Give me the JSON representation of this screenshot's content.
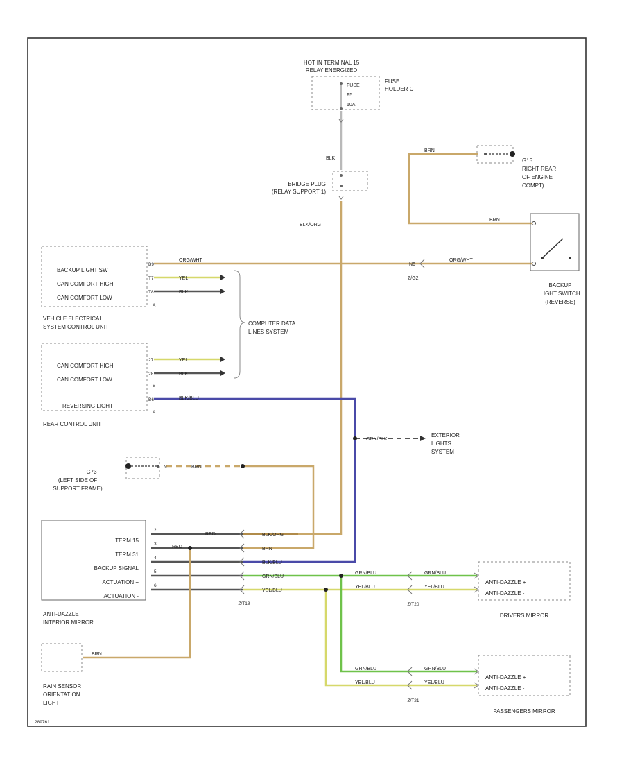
{
  "colors": {
    "tan": "#c9a86a",
    "brown": "#b08b4a",
    "blue": "#4a4aa8",
    "green": "#6fc24a",
    "yellow": "#d6d86a",
    "black": "#333333",
    "gray": "#b9b9b9"
  },
  "top": {
    "hot_line1": "HOT IN TERMINAL 15",
    "hot_line2": "RELAY ENERGIZED",
    "fuse_name": "FUSE",
    "fuse_num": "F5",
    "fuse_amp": "10A",
    "fuse_holder1": "FUSE",
    "fuse_holder2": "HOLDER C",
    "wire_blk": "BLK",
    "bridge1": "BRIDGE PLUG",
    "bridge2": "(RELAY SUPPORT 1)",
    "wire_blk_org": "BLK/ORG"
  },
  "ground_right": {
    "wire": "BRN",
    "name": "G15",
    "line1": "RIGHT REAR",
    "line2": "OF ENGINE",
    "line3": "COMPT)",
    "wire2": "BRN"
  },
  "backup_switch": {
    "line1": "BACKUP",
    "line2": "LIGHT SWITCH",
    "line3": "(REVERSE)"
  },
  "vesc": {
    "backup_light": "BACKUP LIGHT SW",
    "can_high": "CAN COMFORT HIGH",
    "can_low": "CAN COMFORT LOW",
    "pin_backup": "B9",
    "pin_high": "T7",
    "pin_low": "T8",
    "connector": "A",
    "name1": "VEHICLE ELECTRICAL",
    "name2": "SYSTEM CONTROL UNIT",
    "wire_backup": "ORG/WHT",
    "wire_high": "YEL",
    "wire_low": "BLK",
    "splice_pin": "N6",
    "splice_name": "Z/G2",
    "wire_backup2": "ORG/WHT"
  },
  "data_lines": {
    "line1": "COMPUTER DATA",
    "line2": "LINES SYSTEM"
  },
  "rcu": {
    "can_high": "CAN COMFORT HIGH",
    "can_low": "CAN COMFORT LOW",
    "reversing": "REVERSING LIGHT",
    "pin_high": "27",
    "pin_low": "28",
    "connector_b": "B",
    "pin_rev": "B6",
    "connector_a": "A",
    "name": "REAR CONTROL UNIT",
    "wire_high": "YEL",
    "wire_low": "BLK",
    "wire_rev": "BLK/BLU"
  },
  "exterior": {
    "wire": "GRN/BLK",
    "line1": "EXTERIOR",
    "line2": "LIGHTS",
    "line3": "SYSTEM"
  },
  "ground_left": {
    "name": "G73",
    "line1": "(LEFT SIDE OF",
    "line2": "SUPPORT FRAME)",
    "pin": "N",
    "wire": "BRN"
  },
  "mirror": {
    "term15": "TERM 15",
    "term31": "TERM 31",
    "backup": "BACKUP SIGNAL",
    "act_plus": "ACTUATION +",
    "act_minus": "ACTUATION -",
    "pin1": "2",
    "pin2": "3",
    "pin3": "4",
    "pin4": "5",
    "pin5": "6",
    "name1": "ANTI-DAZZLE",
    "name2": "INTERIOR MIRROR",
    "wire_stub": "RED",
    "wire_stub2": "RED",
    "wire_term15": "BLK/ORG",
    "wire_term31": "BRN",
    "wire_backup": "BLK/BLU",
    "wire_act_plus": "GRN/BLU",
    "wire_act_minus": "YEL/BLU",
    "connector": "Z/T19"
  },
  "driver_mirror": {
    "line1": "ANTI-DAZZLE +",
    "line2": "ANTI-DAZZLE -",
    "name": "DRIVERS MIRROR",
    "connector": "Z/T20",
    "wire1": "GRN/BLU",
    "wire2": "YEL/BLU"
  },
  "pass_mirror": {
    "line1": "ANTI-DAZZLE +",
    "line2": "ANTI-DAZZLE -",
    "name": "PASSENGERS MIRROR",
    "connector": "Z/T21",
    "wire1": "GRN/BLU",
    "wire2": "YEL/BLU"
  },
  "rain_sensor": {
    "line1": "RAIN SENSOR",
    "line2": "ORIENTATION",
    "line3": "LIGHT",
    "wire": "BRN"
  },
  "footer": {
    "code": "289761"
  }
}
